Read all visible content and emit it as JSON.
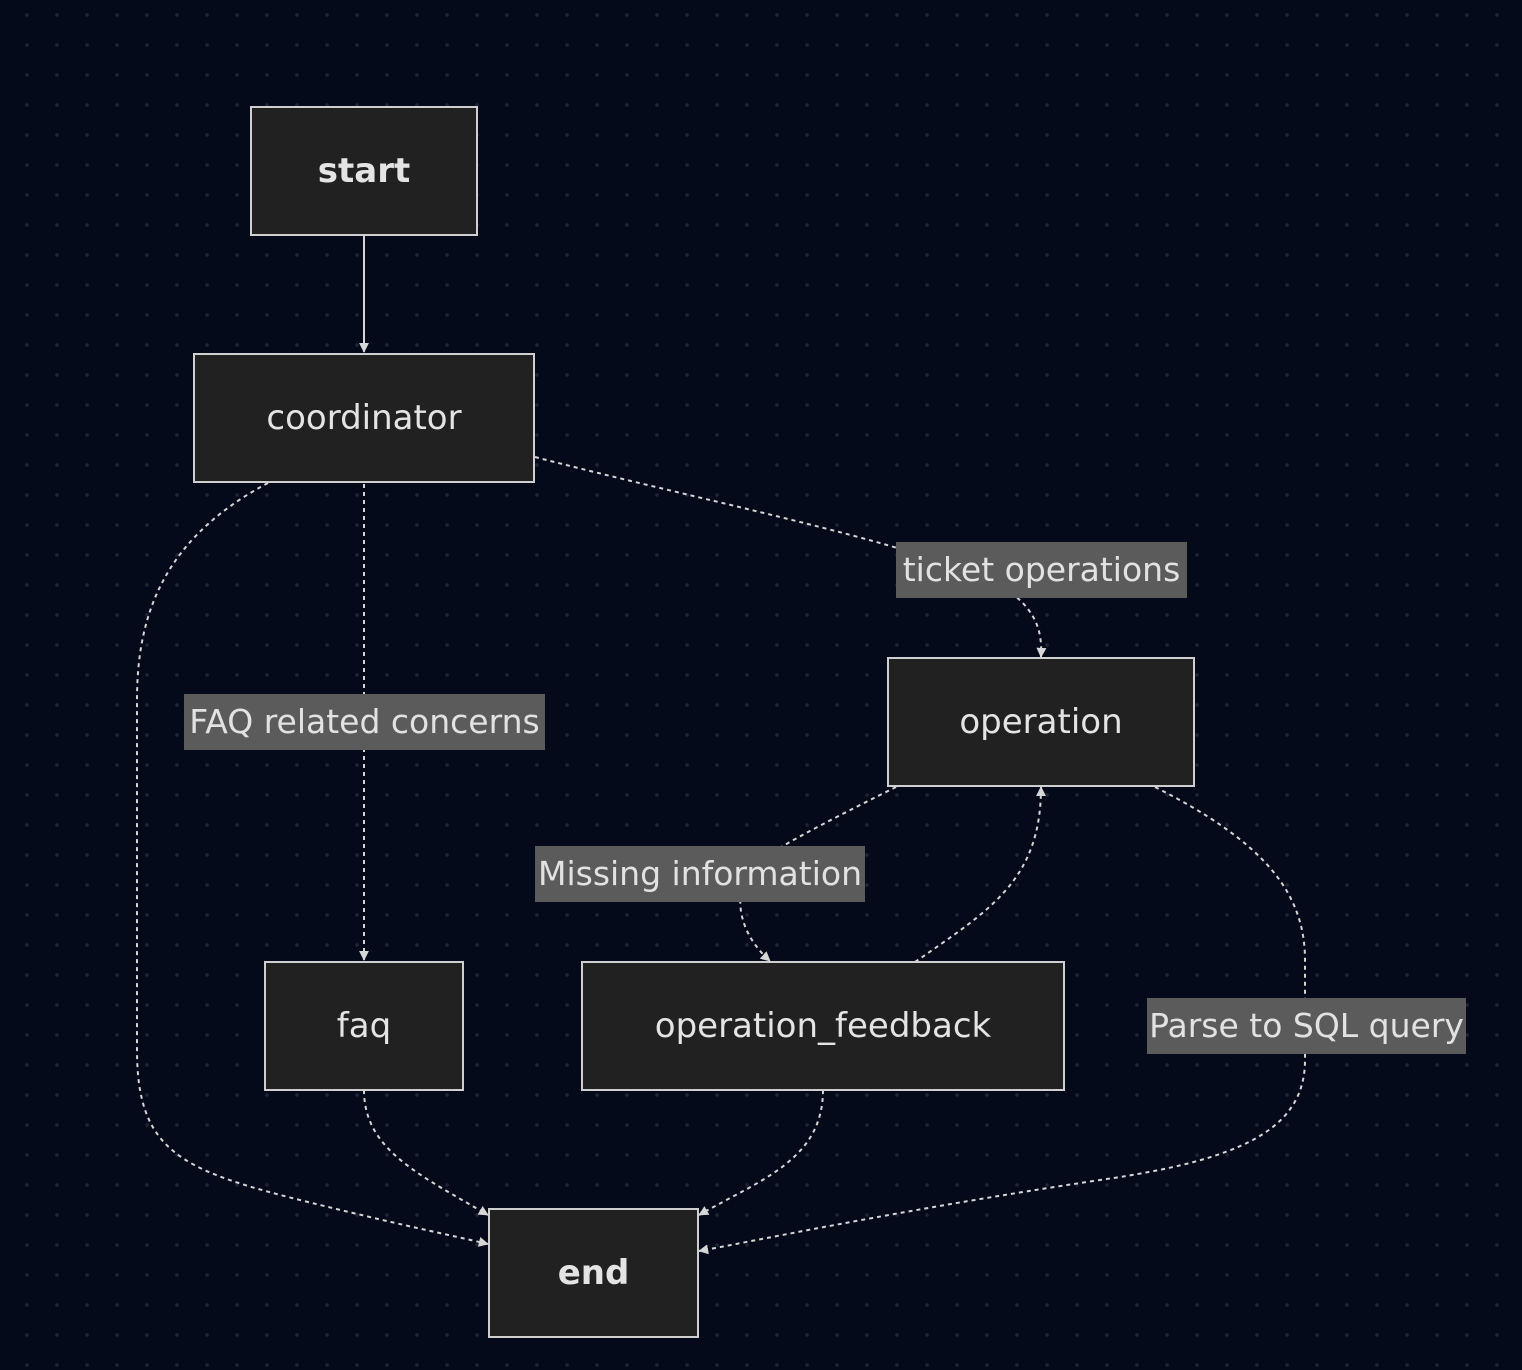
{
  "colors": {
    "background": "#050a1b",
    "node_fill": "#212121",
    "node_border": "#cfcfcf",
    "edge": "#d6d6d6",
    "label_fill": "#5b5b5b",
    "text": "#e4e4e4"
  },
  "nodes": {
    "start": "start",
    "coordinator": "coordinator",
    "operation": "operation",
    "faq": "faq",
    "operation_feedback": "operation_feedback",
    "end": "end"
  },
  "edges": [
    {
      "from": "start",
      "to": "coordinator",
      "label": "",
      "style": "solid"
    },
    {
      "from": "coordinator",
      "to": "faq",
      "label": "FAQ related concerns",
      "style": "dashed"
    },
    {
      "from": "coordinator",
      "to": "operation",
      "label": "ticket operations",
      "style": "dashed"
    },
    {
      "from": "coordinator",
      "to": "end",
      "label": "",
      "style": "dashed"
    },
    {
      "from": "operation",
      "to": "operation_feedback",
      "label": "Missing information",
      "style": "dashed"
    },
    {
      "from": "operation_feedback",
      "to": "operation",
      "label": "",
      "style": "dashed"
    },
    {
      "from": "operation",
      "to": "end",
      "label": "Parse to SQL query",
      "style": "dashed"
    },
    {
      "from": "faq",
      "to": "end",
      "label": "",
      "style": "dashed"
    },
    {
      "from": "operation_feedback",
      "to": "end",
      "label": "",
      "style": "dashed"
    }
  ]
}
